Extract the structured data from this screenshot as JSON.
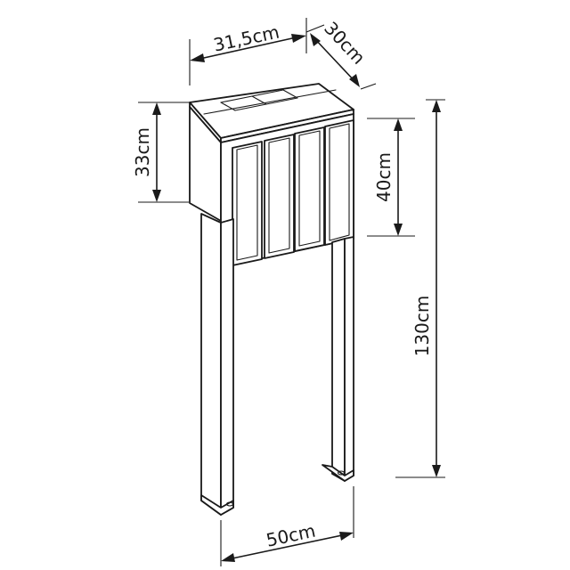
{
  "dimensions": {
    "width_top": "31,5cm",
    "depth_top": "30cm",
    "side_height": "33cm",
    "box_height": "40cm",
    "total_height": "130cm",
    "base_width": "50cm"
  },
  "colors": {
    "stroke": "#1a1a1a",
    "background": "#ffffff"
  }
}
